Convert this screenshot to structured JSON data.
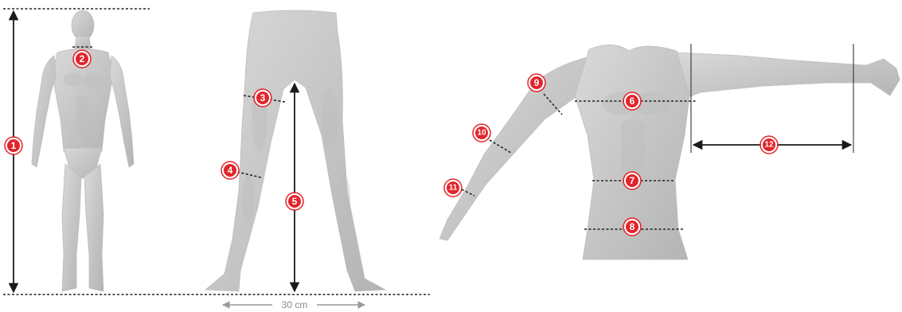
{
  "colors": {
    "marker": "#e3242b",
    "marker_text": "#ffffff",
    "measure_line": "#222222",
    "scale_line": "#9a9a9a",
    "body": "#c9c9c9"
  },
  "markers": [
    {
      "id": "m1",
      "label": "1"
    },
    {
      "id": "m2",
      "label": "2"
    },
    {
      "id": "m3",
      "label": "3"
    },
    {
      "id": "m4",
      "label": "4"
    },
    {
      "id": "m5",
      "label": "5"
    },
    {
      "id": "m6",
      "label": "6"
    },
    {
      "id": "m7",
      "label": "7"
    },
    {
      "id": "m8",
      "label": "8"
    },
    {
      "id": "m9",
      "label": "9"
    },
    {
      "id": "m10",
      "label": "10"
    },
    {
      "id": "m11",
      "label": "11"
    },
    {
      "id": "m12",
      "label": "12"
    }
  ],
  "scale_label": "30 cm"
}
